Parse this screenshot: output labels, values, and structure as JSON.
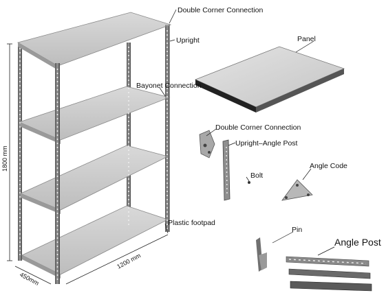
{
  "labels": {
    "double_corner_top": "Double Corner Connection",
    "upright": "Upright",
    "panel": "Panel",
    "bayonet": "Bayonet Connection",
    "double_corner_parts": "Double Corner Connection",
    "upright_angle_post": "Upright–Angle Post",
    "bolt": "Bolt",
    "angle_code": "Angle Code",
    "plastic_footpad": "Plastic footpad",
    "pin": "Pin",
    "angle_post": "Angle Post"
  },
  "dimensions": {
    "height": "1800 mm",
    "width": "1200 mm",
    "depth": "450mm"
  }
}
